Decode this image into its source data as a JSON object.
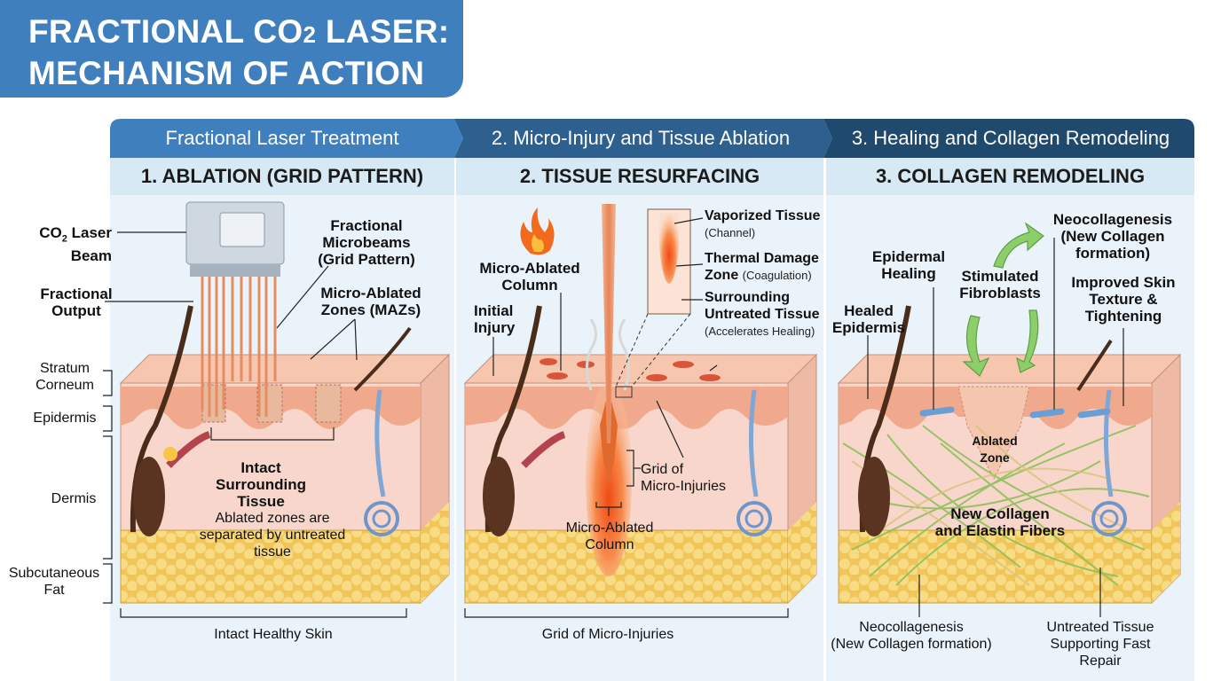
{
  "title": {
    "line1_prefix": "FRACTIONAL CO",
    "line1_sub": "2",
    "line1_suffix": " LASER:",
    "line2": "MECHANISM OF ACTION"
  },
  "headers": [
    {
      "label": "Fractional Laser Treatment",
      "color": "#3f7fbd"
    },
    {
      "label": "2. Micro-Injury and Tissue Ablation",
      "color": "#2d5f8f"
    },
    {
      "label": "3. Healing and Collagen Remodeling",
      "color": "#1f4a6e"
    }
  ],
  "panels": [
    {
      "heading": "1. ABLATION (GRID PATTERN)",
      "labels": {
        "co2_prefix": "CO",
        "co2_sub": "2",
        "co2_suffix": " Laser",
        "beam": "Beam",
        "fractional_output": "Fractional\nOutput",
        "microbeams": "Fractional\nMicrobeams\n(Grid Pattern)",
        "maz": "Micro-Ablated\nZones (MAZs)",
        "stratum": "Stratum\nCorneum",
        "epidermis": "Epidermis",
        "dermis": "Dermis",
        "fat": "Subcutaneous\nFat",
        "intact_title": "Intact\nSurrounding\nTissue",
        "intact_desc": "Ablated zones are\nseparated by untreated\ntissue",
        "bottom": "Intact Healthy Skin"
      }
    },
    {
      "heading": "2. TISSUE RESURFACING",
      "labels": {
        "column_top": "Micro-Ablated\nColumn",
        "initial": "Initial\nInjury",
        "vaporized": "Vaporized Tissue",
        "vaporized_sub": "(Channel)",
        "thermal": "Thermal Damage",
        "thermal_zone": "Zone",
        "thermal_sub": "(Coagulation)",
        "surrounding": "Surrounding\nUntreated Tissue",
        "surrounding_sub": "(Accelerates Healing)",
        "grid": "Grid of\nMicro-Injuries",
        "column_bottom": "Micro-Ablated\nColumn",
        "bottom": "Grid of Micro-Injuries"
      }
    },
    {
      "heading": "3. COLLAGEN REMODELING",
      "labels": {
        "neo_top": "Neocollagenesis\n(New Collagen\nformation)",
        "epidermal_healing": "Epidermal\nHealing",
        "stimulated": "Stimulated\nFibroblasts",
        "improved": "Improved Skin\nTexture &\nTightening",
        "healed": "Healed\nEpidermis",
        "ablated_zone": "Ablated\nZone",
        "new_collagen": "New Collagen\nand Elastin Fibers",
        "neo_bottom": "Neocollagenesis\n(New Collagen formation)",
        "untreated": "Untreated Tissue\nSupporting Fast\nRepair"
      }
    }
  ],
  "colors": {
    "title_bg": "#3f7fbd",
    "panel_head_bg": "#d8e9f6",
    "panel_bg": "#eaf3fa",
    "skin_top": "#f3b59a",
    "dermis": "#f9d9cf",
    "fat": "#f2cf6b",
    "laser": "#e9a07a",
    "collagen": "#8fbf5a"
  }
}
